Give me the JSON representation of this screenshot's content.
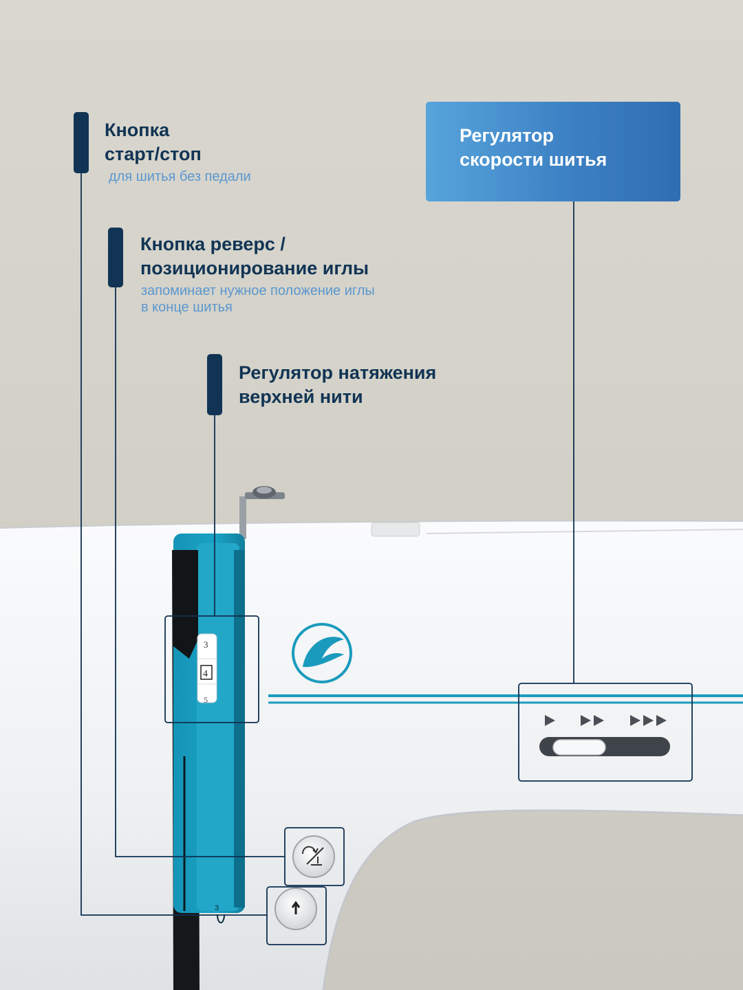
{
  "callouts": {
    "start_stop": {
      "title_line1": "Кнопка",
      "title_line2": "старт/стоп",
      "subtitle": "для шитья без педали"
    },
    "reverse": {
      "title_line1": "Кнопка реверс /",
      "title_line2": "позиционирование иглы",
      "subtitle_line1": "запоминает нужное положение иглы",
      "subtitle_line2": "в конце шитья"
    },
    "tension": {
      "title_line1": "Регулятор натяжения",
      "title_line2": "верхней нити"
    },
    "speed": {
      "title_line1": "Регулятор",
      "title_line2": "скорости шитья"
    }
  },
  "machine": {
    "tension_dial_numbers": [
      "3",
      "4",
      "5"
    ],
    "tension_dial_selected": "4",
    "small_label": "3",
    "speed_slider_position": 0.15
  },
  "colors": {
    "navy": "#113454",
    "light_blue_text": "#5b97cf",
    "teal_panel": "#1a9bbd",
    "callout_gradient_start": "#57a4dc",
    "callout_gradient_end": "#2f6db2"
  },
  "icons": [
    "swallow-logo-icon",
    "slow-speed-icon",
    "medium-speed-icon",
    "fast-speed-icon",
    "reverse-needle-icon",
    "start-stop-icon"
  ]
}
